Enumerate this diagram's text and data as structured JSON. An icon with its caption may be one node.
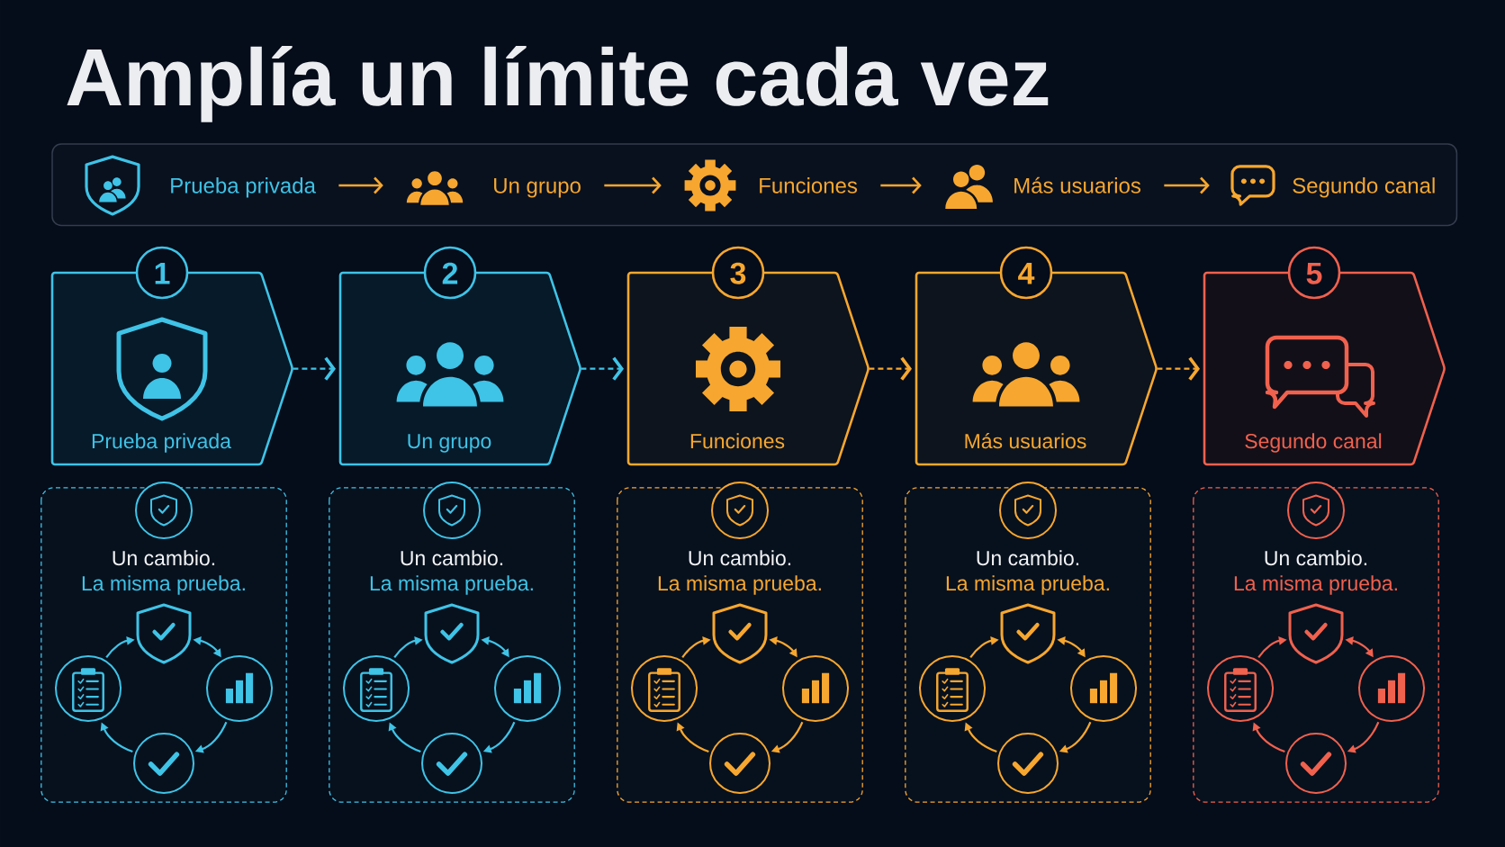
{
  "diagram": {
    "title": "Amplía un límite cada vez",
    "nodes": [
      {
        "text": [],
        "shape": "box"
      },
      {
        "text": [
          "Prueba privada"
        ],
        "in": 0
      },
      {
        "text": [
          "Un grupo"
        ],
        "in": 0
      },
      {
        "text": [
          "Funciones"
        ],
        "in": 0
      },
      {
        "text": [
          "Más usuarios"
        ],
        "in": 0
      },
      {
        "text": [
          "Segundo canal"
        ],
        "in": 0
      },
      {
        "text": [
          "1",
          "Prueba privada"
        ]
      },
      {
        "text": [
          "2",
          "Un grupo"
        ]
      },
      {
        "text": [
          "3",
          "Funciones"
        ]
      },
      {
        "text": [
          "4",
          "Más usuarios"
        ]
      },
      {
        "text": [
          "5",
          "Segundo canal"
        ]
      },
      {
        "text": [
          "Un cambio.",
          "La misma prueba."
        ]
      },
      {
        "text": [],
        "shape": "picture",
        "in": 11
      },
      {
        "text": [],
        "shape": "circle",
        "in": 11
      },
      {
        "text": [],
        "shape": "circle",
        "in": 11
      },
      {
        "text": [],
        "shape": "circle",
        "in": 11
      },
      {
        "text": [
          "Un cambio.",
          "La misma prueba."
        ]
      },
      {
        "text": [],
        "shape": "picture",
        "in": 16
      },
      {
        "text": [],
        "shape": "circle",
        "in": 16
      },
      {
        "text": [],
        "shape": "circle",
        "in": 16
      },
      {
        "text": [],
        "shape": "circle",
        "in": 16
      },
      {
        "text": [
          "Un cambio.",
          "La misma prueba."
        ]
      },
      {
        "text": [],
        "shape": "picture",
        "in": 21
      },
      {
        "text": [],
        "shape": "circle",
        "in": 21
      },
      {
        "text": [],
        "shape": "circle",
        "in": 21
      },
      {
        "text": [],
        "shape": "circle",
        "in": 21
      },
      {
        "text": [
          "Un cambio.",
          "La misma prueba."
        ]
      },
      {
        "text": [],
        "shape": "picture",
        "in": 26
      },
      {
        "text": [],
        "shape": "circle",
        "in": 26
      },
      {
        "text": [],
        "shape": "circle",
        "in": 26
      },
      {
        "text": [],
        "shape": "circle",
        "in": 26
      },
      {
        "text": [
          "Un cambio.",
          "La misma prueba."
        ]
      },
      {
        "text": [],
        "shape": "picture",
        "in": 31
      },
      {
        "text": [],
        "shape": "circle",
        "in": 31
      },
      {
        "text": [],
        "shape": "circle",
        "in": 31
      },
      {
        "text": [],
        "shape": "circle",
        "in": 31
      }
    ],
    "edges": [
      {
        "from": 1,
        "to": 2,
        "arrow": "to"
      },
      {
        "from": 2,
        "to": 3,
        "arrow": "to"
      },
      {
        "from": 3,
        "to": 4,
        "arrow": "to"
      },
      {
        "from": 4,
        "to": 5,
        "arrow": "to"
      },
      {
        "from": 6,
        "to": 7,
        "arrow": "to",
        "style": "dashed",
        "color": "#3fc3e6"
      },
      {
        "from": 7,
        "to": 8,
        "arrow": "to",
        "style": "dashed",
        "color": "#3fc3e6"
      },
      {
        "from": 8,
        "to": 9,
        "arrow": "to",
        "style": "dashed"
      },
      {
        "from": 9,
        "to": 10,
        "arrow": "to",
        "style": "dashed"
      },
      {
        "from": 13,
        "to": 12,
        "arrow": "to",
        "color": "#3fc3e6"
      },
      {
        "from": 12,
        "to": 14,
        "arrow": "both",
        "color": "#3fc3e6"
      },
      {
        "from": 14,
        "to": 15,
        "arrow": "to",
        "color": "#3fc3e6"
      },
      {
        "from": 15,
        "to": 13,
        "arrow": "to",
        "color": "#3fc3e6"
      },
      {
        "from": 18,
        "to": 17,
        "arrow": "to",
        "color": "#3fc3e6"
      },
      {
        "from": 17,
        "to": 19,
        "arrow": "both",
        "color": "#3fc3e6"
      },
      {
        "from": 19,
        "to": 20,
        "arrow": "to",
        "color": "#3fc3e6"
      },
      {
        "from": 20,
        "to": 18,
        "arrow": "to",
        "color": "#3fc3e6"
      },
      {
        "from": 23,
        "to": 22,
        "arrow": "to"
      },
      {
        "from": 22,
        "to": 24,
        "arrow": "both"
      },
      {
        "from": 24,
        "to": 25,
        "arrow": "to"
      },
      {
        "from": 25,
        "to": 23,
        "arrow": "to"
      },
      {
        "from": 28,
        "to": 27,
        "arrow": "to"
      },
      {
        "from": 27,
        "to": 29,
        "arrow": "both"
      },
      {
        "from": 29,
        "to": 30,
        "arrow": "to"
      },
      {
        "from": 30,
        "to": 28,
        "arrow": "to"
      },
      {
        "from": 33,
        "to": 32,
        "arrow": "to",
        "color": "#f0614e"
      },
      {
        "from": 32,
        "to": 34,
        "arrow": "both",
        "color": "#f0614e"
      },
      {
        "from": 34,
        "to": 35,
        "arrow": "to",
        "color": "#f0614e"
      },
      {
        "from": 35,
        "to": 33,
        "arrow": "to",
        "color": "#f0614e"
      }
    ]
  }
}
